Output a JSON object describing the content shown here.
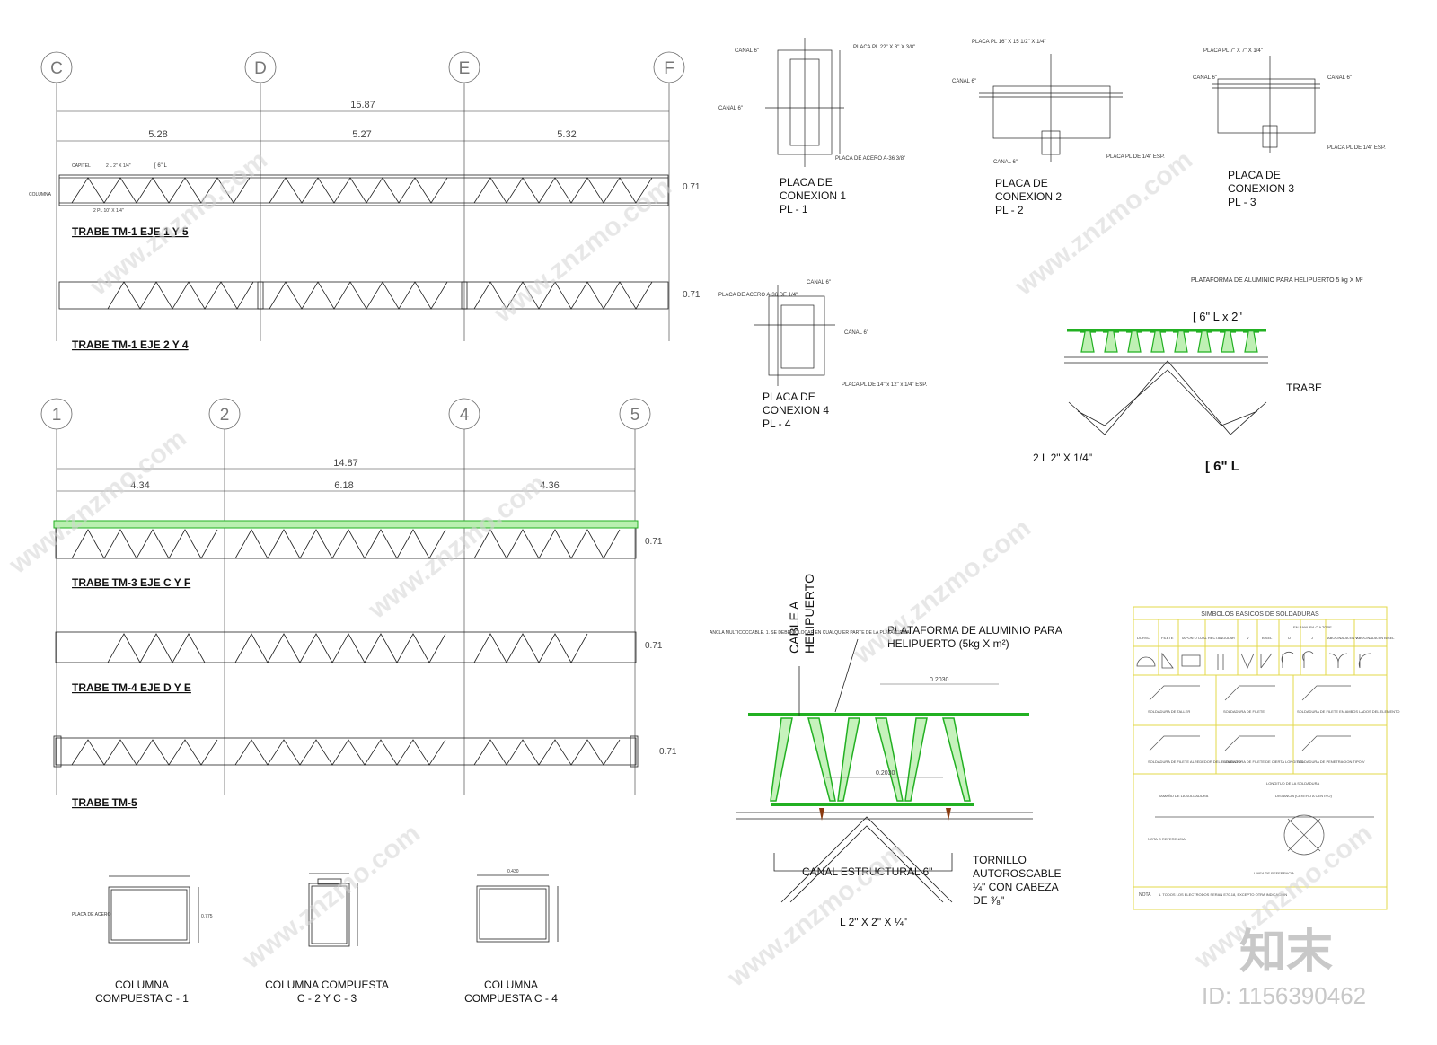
{
  "axes_top": [
    "C",
    "D",
    "E",
    "F"
  ],
  "axes_bottom": [
    "1",
    "2",
    "4",
    "5"
  ],
  "dims_top": {
    "total": "15.87",
    "spans": [
      "5.28",
      "5.27",
      "5.32"
    ]
  },
  "dims_bottom": {
    "total": "14.87",
    "spans": [
      "4.34",
      "6.18",
      "4.36"
    ]
  },
  "beam_height_note": "0.71",
  "beam_titles": {
    "tm1_a": "TRABE TM-1 EJE 1 Y 5",
    "tm1_b": "TRABE TM-1 EJE 2 Y 4",
    "tm3": "TRABE TM-3 EJE C Y F",
    "tm4": "TRABE TM-4 EJE D Y E",
    "tm5": "TRABE TM-5"
  },
  "beam_notes": {
    "capitel": "CAPITEL",
    "columna": "COLUMNA",
    "chord_top": "2 L 2\" X 1/4\"",
    "channel": "[ 6\" L",
    "plate": "2 PL 10\" X 1/4\""
  },
  "columns": [
    {
      "line1": "COLUMNA",
      "line2": "COMPUESTA C - 1"
    },
    {
      "line1": "COLUMNA COMPUESTA",
      "line2": "C - 2 Y C - 3"
    },
    {
      "line1": "COLUMNA",
      "line2": "COMPUESTA C - 4"
    }
  ],
  "column_notes": {
    "placa": "PLACA DE ACERO",
    "dim1": "0.775",
    "dim2": "0.430"
  },
  "connections": [
    {
      "line1": "PLACA DE",
      "line2": "CONEXION 1",
      "line3": "PL - 1"
    },
    {
      "line1": "PLACA DE",
      "line2": "CONEXION 2",
      "line3": "PL - 2"
    },
    {
      "line1": "PLACA DE",
      "line2": "CONEXION 3",
      "line3": "PL - 3"
    },
    {
      "line1": "PLACA DE",
      "line2": "CONEXION 4",
      "line3": "PL - 4"
    }
  ],
  "conn_notes": {
    "canal": "CANAL 6\"",
    "pl1_plate": "PLACA PL 22\" X 8\" X 3/8\"",
    "pl1_acero": "PLACA DE ACERO A-36 3/8\"",
    "pl2_plate": "PLACA PL 16\" X 15 1/2\" X 1/4\"",
    "pl2_esp": "PLACA PL DE 1/4\" ESP.",
    "pl3_plate": "PLACA PL 7\" X 7\" X 1/4\"",
    "pl3_esp": "PLACA PL DE 1/4\" ESP.",
    "pl4_acero": "PLACA DE ACERO A-36 DE 1/4\"",
    "pl4_plate": "PLACA PL DE 14\" x 12\" x 1/4\" ESP."
  },
  "helipad_small": {
    "title": "PLATAFORMA DE ALUMINIO PARA HELIPUERTO 5 kg X M²",
    "channel": "[ 6\" L x 2\"",
    "trabe": "TRABE",
    "angle": "2 L 2\" X 1/4\"",
    "channel2": "[ 6\" L"
  },
  "helipad_large": {
    "cable_line1": "CABLE A",
    "cable_line2": "HELIPUERTO",
    "platform_line1": "PLATAFORMA DE ALUMINIO PARA",
    "platform_line2": "HELIPUERTO (5kg X m²)",
    "anchor_note": "ANCLA MULTICOCCABLE. 1. SE DEBE COLOCAR EN CUALQUIER PARTE DE LA PLATAFORMA.",
    "dim_top": "0.2030",
    "dim_mid": "0.2030",
    "canal": "CANAL ESTRUCTURAL 6\"",
    "angle": "L 2\" X 2\" X ¼\"",
    "screw1": "TORNILLO",
    "screw2": "AUTOROSCABLE",
    "screw3": "¼\" CON CABEZA",
    "screw4": "DE ³⁄₈\""
  },
  "weld_table": {
    "title": "SIMBOLOS BASICOS DE SOLDADURAS",
    "headers": [
      "DORSO",
      "FILETE",
      "TAPON O OJAL",
      "RECTANGULAR",
      "V",
      "BISEL",
      "U",
      "J",
      "ABOCINADA EN V",
      "ABOCINADA EN BISEL"
    ],
    "group_header": "EN RANURA O A TOPE",
    "examples": [
      "SOLDADURA DE TALLER",
      "SOLDADURA DE FILETE",
      "SOLDADURA DE FILETE EN AMBOS LADOS DEL ELEMENTO",
      "SOLDADURA DE FILETE ALREDEDOR DEL ELEMENTO",
      "SOLDADURA DE FILETE DE CIERTA LONGITUD",
      "SOLDADURA DE PENETRACION TIPO V"
    ],
    "ref_notes": [
      "TAMAÑO DE LA SOLDADURA",
      "LONGITUD DE LA SOLDADURA",
      "DISTANCIA (CENTRO A CENTRO)",
      "NOTA O REFERENCIA",
      "LINEA DE REFERENCIA"
    ],
    "nota_label": "NOTA",
    "nota_text": "1. TODOS LOS ELECTRODOS SERAN E70-18, EXCEPTO OTRA INDICACION"
  },
  "watermark": {
    "site": "www.znzmo.com",
    "brand": "知末",
    "id": "ID: 1156390462"
  },
  "colors": {
    "line": "#111111",
    "green": "#22b022",
    "table_border": "#e3d84a",
    "watermark": "#cfcfcf"
  }
}
